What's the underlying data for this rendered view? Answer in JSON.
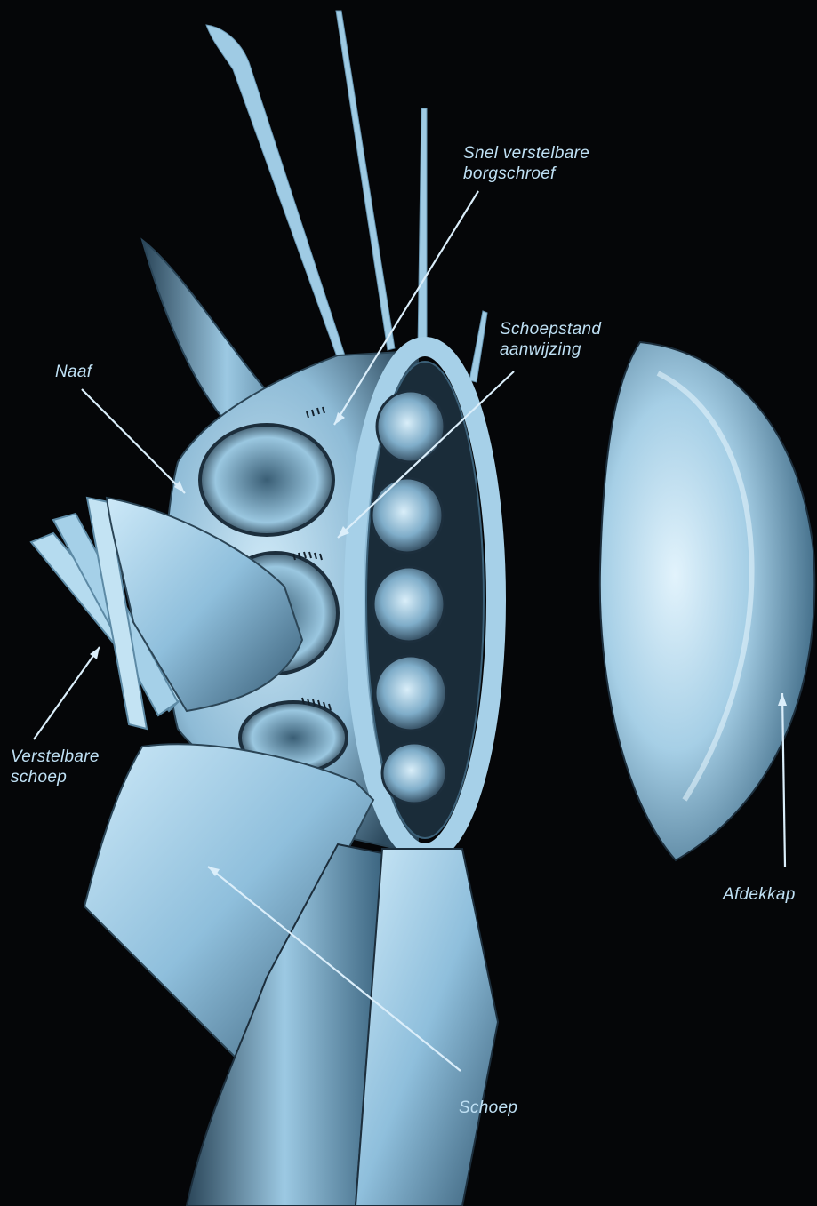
{
  "colors": {
    "background": "#050608",
    "metal_light": "#a9d3ea",
    "metal_mid": "#6f9fbd",
    "metal_dark": "#1c2e3c",
    "label_text": "#bfe0f4",
    "leader_line": "#dbeefa"
  },
  "labels": {
    "borgschroef": {
      "line1": "Snel verstelbare",
      "line2": "borgschroef"
    },
    "schoepstand": {
      "line1": "Schoepstand",
      "line2": "aanwijzing"
    },
    "naaf": {
      "line1": "Naaf"
    },
    "verstelbare_schoep": {
      "line1": "Verstelbare",
      "line2": "schoep"
    },
    "afdekkap": {
      "line1": "Afdekkap"
    },
    "schoep": {
      "line1": "Schoep"
    }
  }
}
